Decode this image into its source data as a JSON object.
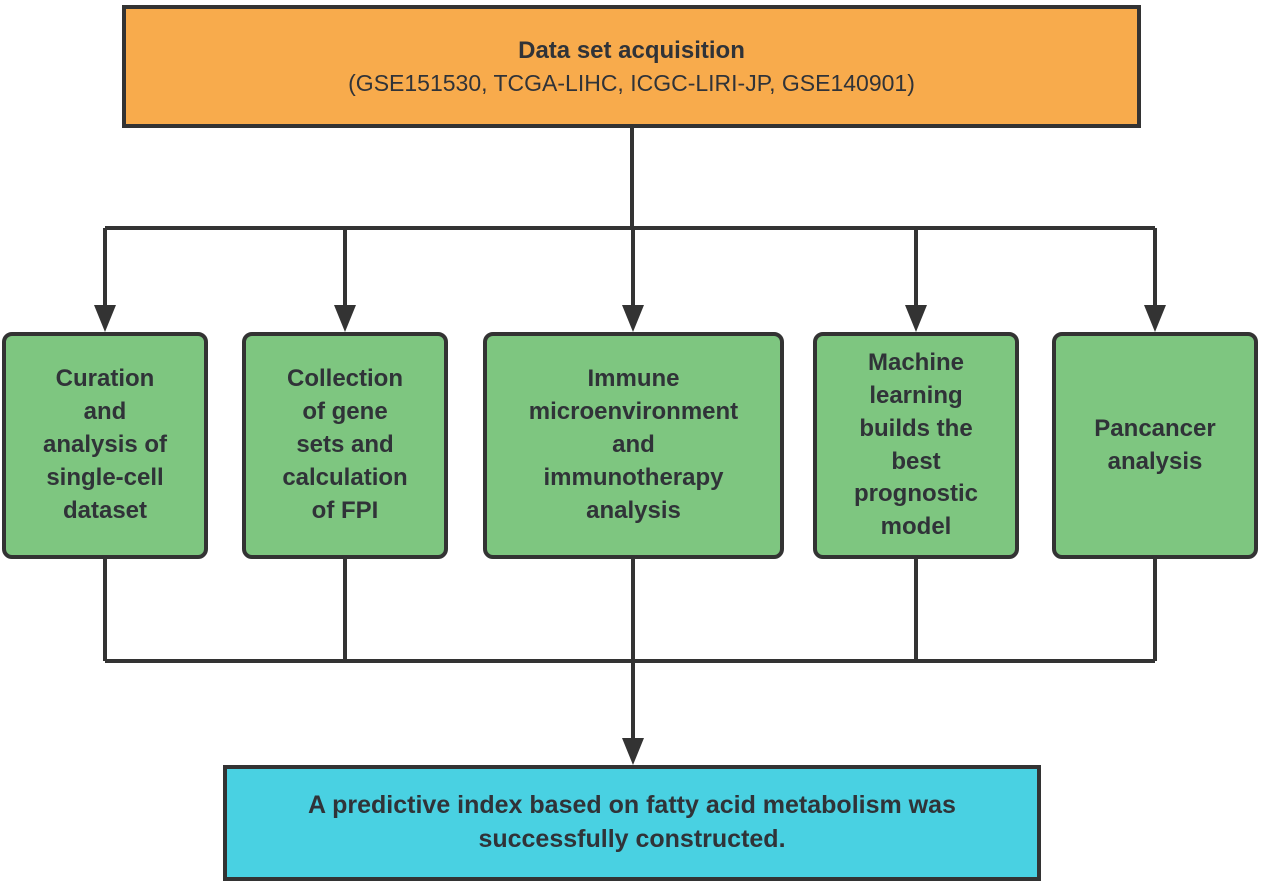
{
  "flowchart": {
    "top_box": {
      "title": "Data set acquisition",
      "subtitle": "(GSE151530, TCGA-LIHC, ICGC-LIRI-JP, GSE140901)"
    },
    "branch_boxes": [
      {
        "label": "Curation\nand\nanalysis of\nsingle-cell\ndataset"
      },
      {
        "label": "Collection\nof gene\nsets and\ncalculation\nof FPI"
      },
      {
        "label": "Immune\nmicroenvironment\nand\nimmunotherapy\nanalysis"
      },
      {
        "label": "Machine\nlearning\nbuilds the\nbest\nprognostic\nmodel"
      },
      {
        "label": "Pancancer\nanalysis"
      }
    ],
    "conclusion_box": {
      "label": "A predictive index based on fatty acid metabolism was\nsuccessfully constructed."
    },
    "colors": {
      "dataset_fill": "#F8AB4C",
      "branch_fill": "#7EC680",
      "conclusion_fill": "#49D1E2",
      "line": "#333333",
      "text": "#303338"
    }
  }
}
